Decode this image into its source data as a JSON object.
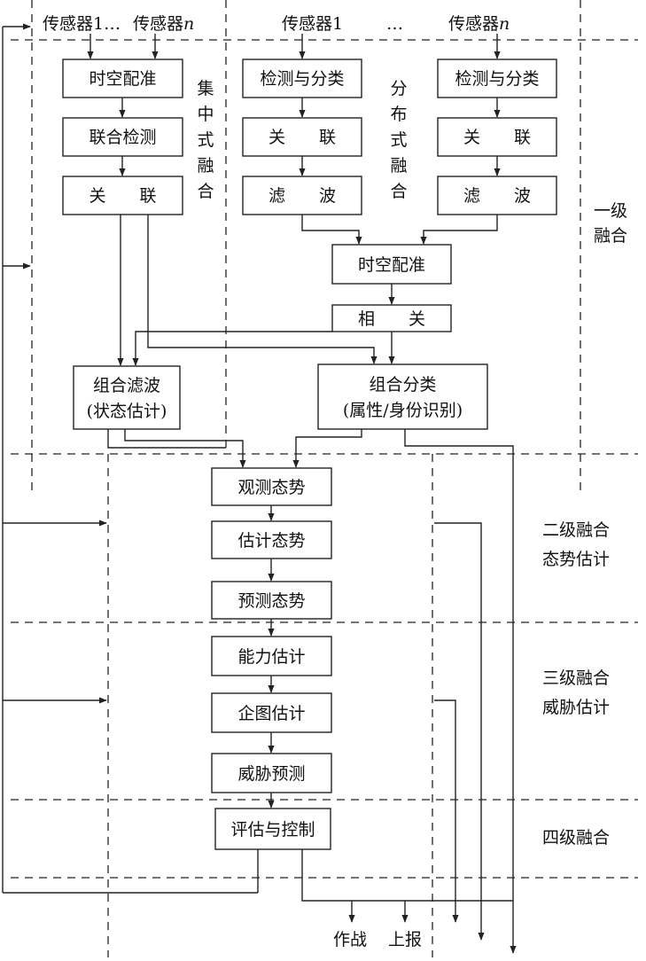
{
  "top_labels": {
    "central_sensor_1": "传感器1…",
    "central_sensor_n": "传感器",
    "central_sensor_n_italic": "n",
    "dist_sensor_1": "传感器1",
    "dist_ellipsis": "…",
    "dist_sensor_n": "传感器",
    "dist_sensor_n_italic": "n"
  },
  "central": {
    "label_chars": [
      "集",
      "中",
      "式",
      "融",
      "合"
    ],
    "boxes": [
      "时空配准",
      "联合检测",
      "关　　联"
    ]
  },
  "distributed": {
    "label_chars": [
      "分",
      "布",
      "式",
      "融",
      "合"
    ],
    "left_chain": [
      "检测与分类",
      "关　　联",
      "滤　　波"
    ],
    "right_chain": [
      "检测与分类",
      "关　　联",
      "滤　　波"
    ],
    "merge_boxes": [
      "时空配准",
      "相　　关"
    ]
  },
  "combine": {
    "filter_line1": "组合滤波",
    "filter_line2": "(状态估计)",
    "classify_line1": "组合分类",
    "classify_line2": "(属性/身份识别)"
  },
  "level2_boxes": [
    "观测态势",
    "估计态势",
    "预测态势"
  ],
  "level3_boxes": [
    "能力估计",
    "企图估计",
    "威胁预测"
  ],
  "level4_boxes": [
    "评估与控制"
  ],
  "level_labels": {
    "l1_line1": "一级",
    "l1_line2": "融合",
    "l2_line1": "二级融合",
    "l2_line2": "态势估计",
    "l3_line1": "三级融合",
    "l3_line2": "威胁估计",
    "l4": "四级融合"
  },
  "outputs": [
    "作战",
    "上报"
  ]
}
